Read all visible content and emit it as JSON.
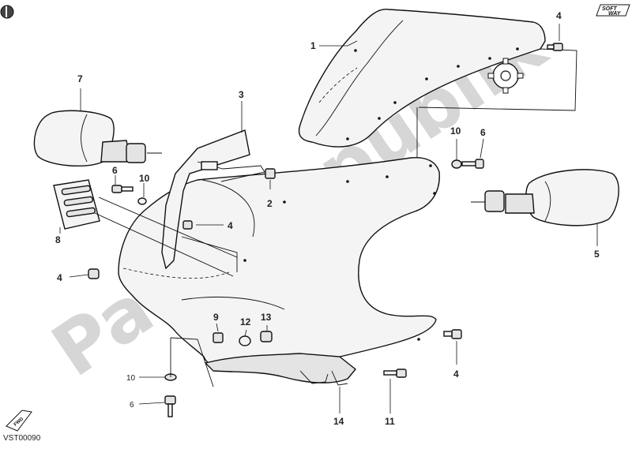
{
  "watermark": "PartsRepublik",
  "drawing_code": "VST00090",
  "brand_badge": {
    "line1": "SOFT",
    "line2": "WAY"
  },
  "fwd_label": "FWD",
  "callouts": [
    {
      "id": "c1",
      "label": "1"
    },
    {
      "id": "c2",
      "label": "2"
    },
    {
      "id": "c3",
      "label": "3"
    },
    {
      "id": "c4a",
      "label": "4"
    },
    {
      "id": "c4b",
      "label": "4"
    },
    {
      "id": "c4c",
      "label": "4"
    },
    {
      "id": "c4d",
      "label": "4"
    },
    {
      "id": "c5",
      "label": "5"
    },
    {
      "id": "c6a",
      "label": "6"
    },
    {
      "id": "c6b",
      "label": "6"
    },
    {
      "id": "c6c",
      "label": "6"
    },
    {
      "id": "c7",
      "label": "7"
    },
    {
      "id": "c8",
      "label": "8"
    },
    {
      "id": "c9",
      "label": "9"
    },
    {
      "id": "c10a",
      "label": "10"
    },
    {
      "id": "c10b",
      "label": "10"
    },
    {
      "id": "c10c",
      "label": "10"
    },
    {
      "id": "c11",
      "label": "11"
    },
    {
      "id": "c12",
      "label": "12"
    },
    {
      "id": "c13",
      "label": "13"
    },
    {
      "id": "c14",
      "label": "14"
    }
  ]
}
